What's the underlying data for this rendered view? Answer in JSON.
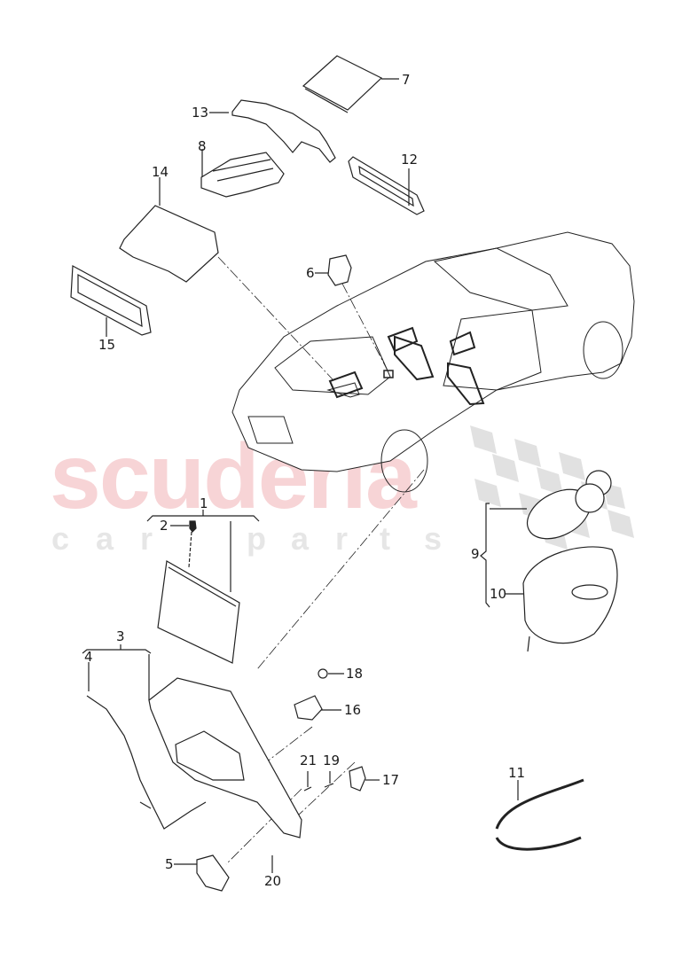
{
  "watermark": {
    "main_text": "scuderia",
    "sub_letters": [
      "c",
      "a",
      "r",
      "p",
      "a",
      "r",
      "t",
      "s"
    ],
    "main_color": "#f7d4d6",
    "sub_color": "#e6e6e6",
    "checker_color": "#d6d6d6"
  },
  "diagram": {
    "title": "",
    "line_color": "#222222",
    "callouts": [
      {
        "id": "1",
        "label": "1",
        "part": "rear-seat-display-screen-assembly"
      },
      {
        "id": "2",
        "label": "2",
        "part": "clip"
      },
      {
        "id": "3",
        "label": "3",
        "part": "display-mounting-bracket-assembly"
      },
      {
        "id": "4",
        "label": "4",
        "part": "wiring-harness"
      },
      {
        "id": "5",
        "label": "5",
        "part": "control-unit-small"
      },
      {
        "id": "6",
        "label": "6",
        "part": "switch-module"
      },
      {
        "id": "7",
        "label": "7",
        "part": "cover-plate"
      },
      {
        "id": "8",
        "label": "8",
        "part": "storage-tray"
      },
      {
        "id": "9",
        "label": "9",
        "part": "headphone-set"
      },
      {
        "id": "10",
        "label": "10",
        "part": "headphone-case"
      },
      {
        "id": "11",
        "label": "11",
        "part": "usb-cable"
      },
      {
        "id": "12",
        "label": "12",
        "part": "trim-frame"
      },
      {
        "id": "13",
        "label": "13",
        "part": "cover-bracket"
      },
      {
        "id": "14",
        "label": "14",
        "part": "receiver-unit"
      },
      {
        "id": "15",
        "label": "15",
        "part": "bezel-frame"
      },
      {
        "id": "16",
        "label": "16",
        "part": "bracket-clip"
      },
      {
        "id": "17",
        "label": "17",
        "part": "end-cap"
      },
      {
        "id": "18",
        "label": "18",
        "part": "nut"
      },
      {
        "id": "19",
        "label": "19",
        "part": "screw"
      },
      {
        "id": "20",
        "label": "20",
        "part": "screw"
      },
      {
        "id": "21",
        "label": "21",
        "part": "screw"
      }
    ]
  }
}
